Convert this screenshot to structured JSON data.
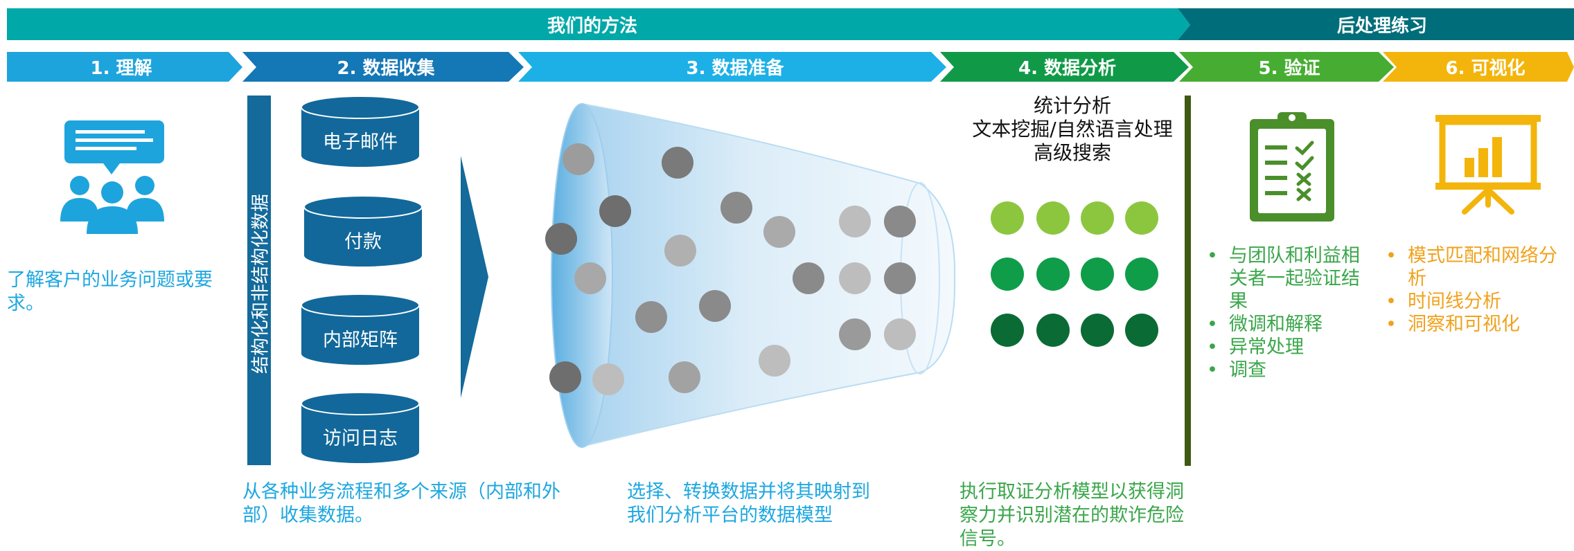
{
  "header": {
    "our_method": "我们的方法",
    "post_processing": "后处理练习"
  },
  "steps": [
    {
      "label": "1. 理解",
      "color": "#1ea4dc"
    },
    {
      "label": "2. 数据收集",
      "color": "#1477b6"
    },
    {
      "label": "3. 数据准备",
      "color": "#1db0e6"
    },
    {
      "label": "4. 数据分析",
      "color": "#109a47"
    },
    {
      "label": "5. 验证",
      "color": "#47ad32"
    },
    {
      "label": "6. 可视化",
      "color": "#f3b50c"
    }
  ],
  "colors": {
    "teal": "#00a8a8",
    "dark_teal": "#006e7a",
    "navy": "#136a9b",
    "db_blue": "#12689a",
    "divider_green": "#3e5a12",
    "light_green": "#8cc63f",
    "mid_green": "#0f9d49",
    "dark_green": "#0b6b34",
    "clipboard_green": "#4a8f2a",
    "presentation_yellow": "#f3b50c"
  },
  "understand": {
    "icon": "customer-meeting-icon",
    "description": "了解客户的业务问题或要求。"
  },
  "collection": {
    "vertical_label": "结构化和非结构化数据",
    "sources": [
      "电子邮件",
      "付款",
      "内部矩阵",
      "访问日志"
    ],
    "description": "从各种业务流程和多个来源（内部和外部）收集数据。"
  },
  "preparation": {
    "icon": "data-funnel-icon",
    "description": "选择、转换数据并将其映射到我们分析平台的数据模型"
  },
  "analysis": {
    "methods": [
      "统计分析",
      "文本挖掘/自然语言处理",
      "高级搜索"
    ],
    "description": "执行取证分析模型以获得洞察力并识别潜在的欺诈危险信号。"
  },
  "validation": {
    "icon": "checklist-clipboard-icon",
    "items": [
      "与团队和利益相关者一起验证结果",
      "微调和解释",
      "异常处理",
      "调查"
    ],
    "bullet": "•"
  },
  "visualization": {
    "icon": "presentation-chart-icon",
    "items": [
      "模式匹配和网络分析",
      "时间线分析",
      "洞察和可视化"
    ],
    "bullet": "•"
  }
}
